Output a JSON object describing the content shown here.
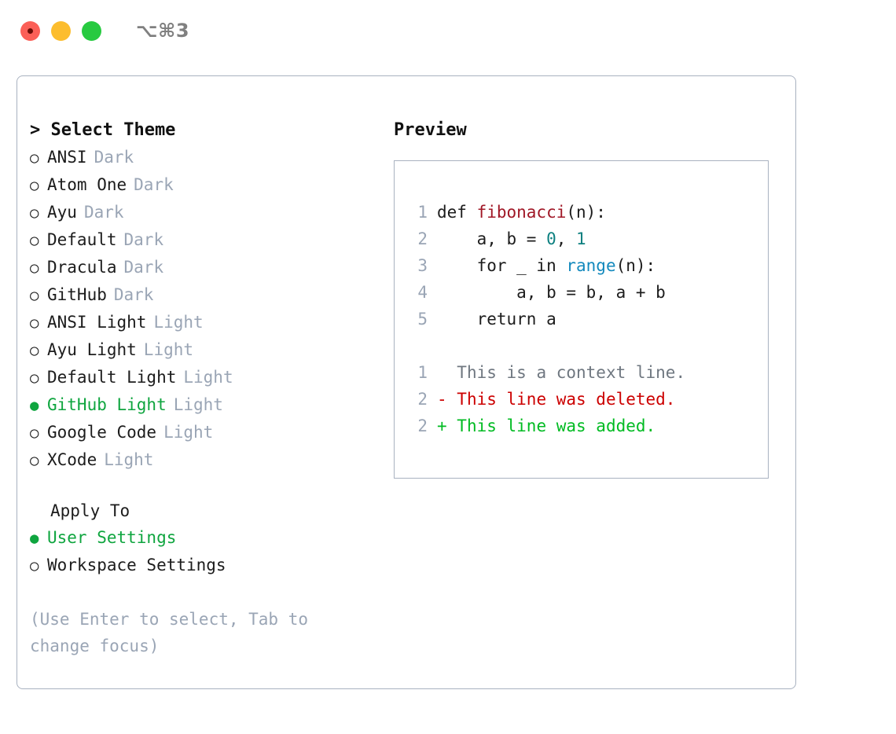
{
  "window": {
    "shortcut": "⌥⌘3",
    "traffic_lights": [
      {
        "name": "close",
        "color": "#fb5f57"
      },
      {
        "name": "minimize",
        "color": "#fcbd2e"
      },
      {
        "name": "maximize",
        "color": "#27ca40"
      }
    ]
  },
  "theme_picker": {
    "title": "> Select Theme",
    "selected_bullet": "●",
    "unselected_bullet": "○",
    "accent_color": "#0fa53f",
    "tag_color": "#9aa5b5",
    "items": [
      {
        "bullet": "○",
        "label": "ANSI",
        "tag": "Dark",
        "selected": false
      },
      {
        "bullet": "○",
        "label": "Atom One",
        "tag": "Dark",
        "selected": false
      },
      {
        "bullet": "○",
        "label": "Ayu",
        "tag": "Dark",
        "selected": false
      },
      {
        "bullet": "○",
        "label": "Default",
        "tag": "Dark",
        "selected": false
      },
      {
        "bullet": "○",
        "label": "Dracula",
        "tag": "Dark",
        "selected": false
      },
      {
        "bullet": "○",
        "label": "GitHub",
        "tag": "Dark",
        "selected": false
      },
      {
        "bullet": "○",
        "label": "ANSI Light",
        "tag": "Light",
        "selected": false
      },
      {
        "bullet": "○",
        "label": "Ayu Light",
        "tag": "Light",
        "selected": false
      },
      {
        "bullet": "○",
        "label": "Default Light",
        "tag": "Light",
        "selected": false
      },
      {
        "bullet": "●",
        "label": "GitHub Light",
        "tag": "Light",
        "selected": true
      },
      {
        "bullet": "○",
        "label": "Google Code",
        "tag": "Light",
        "selected": false
      },
      {
        "bullet": "○",
        "label": "XCode",
        "tag": "Light",
        "selected": false
      }
    ]
  },
  "apply_to": {
    "title": "Apply To",
    "items": [
      {
        "bullet": "●",
        "label": "User Settings",
        "selected": true
      },
      {
        "bullet": "○",
        "label": "Workspace Settings",
        "selected": false
      }
    ]
  },
  "help_text": "(Use Enter to select, Tab to change focus)",
  "preview": {
    "title": "Preview",
    "code_lines": [
      {
        "num": "1",
        "tokens": [
          {
            "t": "def ",
            "cls": "code-text"
          },
          {
            "t": "fibonacci",
            "cls": "tok-fn"
          },
          {
            "t": "(n):",
            "cls": "code-text"
          }
        ]
      },
      {
        "num": "2",
        "tokens": [
          {
            "t": "    a, b = ",
            "cls": "code-text"
          },
          {
            "t": "0",
            "cls": "tok-num"
          },
          {
            "t": ", ",
            "cls": "code-text"
          },
          {
            "t": "1",
            "cls": "tok-num"
          }
        ]
      },
      {
        "num": "3",
        "tokens": [
          {
            "t": "    for _ in ",
            "cls": "code-text"
          },
          {
            "t": "range",
            "cls": "tok-call"
          },
          {
            "t": "(n):",
            "cls": "code-text"
          }
        ]
      },
      {
        "num": "4",
        "tokens": [
          {
            "t": "        a, b = b, a + b",
            "cls": "code-text"
          }
        ]
      },
      {
        "num": "5",
        "tokens": [
          {
            "t": "    return a",
            "cls": "code-text"
          }
        ]
      }
    ],
    "diff_lines": [
      {
        "num": "1",
        "marker": " ",
        "text": " This is a context line.",
        "cls": "diff-ctx"
      },
      {
        "num": "2",
        "marker": "-",
        "text": " This line was deleted.",
        "cls": "diff-del"
      },
      {
        "num": "2",
        "marker": "+",
        "text": " This line was added.",
        "cls": "diff-add"
      }
    ]
  },
  "colors": {
    "panel_border": "#a9b2c0",
    "accent_green": "#0fa53f",
    "diff_add": "#00bb22",
    "diff_del": "#cc0000",
    "function_name": "#a01726",
    "number": "#0d8080",
    "builtin_call": "#1389bd",
    "muted": "#9aa5b5"
  }
}
